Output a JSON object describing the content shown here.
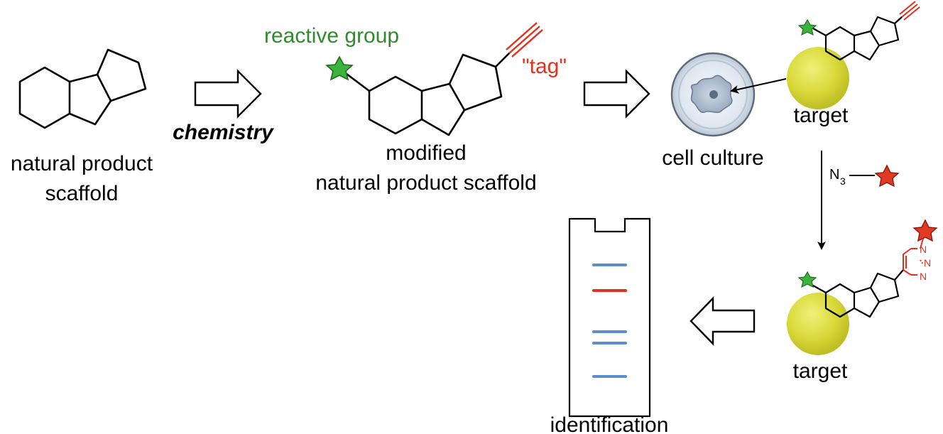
{
  "labels": {
    "natural_product_line1": "natural product",
    "natural_product_line2": "scaffold",
    "chemistry": "chemistry",
    "reactive_group": "reactive group",
    "tag": "\"tag\"",
    "modified_line1": "modified",
    "modified_line2": "natural product scaffold",
    "cell_culture": "cell culture",
    "target_top": "target",
    "target_bottom": "target",
    "identification": "identification",
    "azide_n": "N",
    "azide_sub": "3",
    "triazole_n1": "N",
    "triazole_n2": "N",
    "triazole_n3": "N"
  },
  "colors": {
    "reactive_group_text": "#2e8b2e",
    "tag_text": "#e0321e",
    "green_star": "#3cb33c",
    "red_star": "#e03a24",
    "target_sphere": "#d9d93a",
    "gel_band_blue": "#5a8fc8",
    "gel_band_red": "#e0321e"
  },
  "gel_bands": [
    {
      "color": "blue"
    },
    {
      "color": "red"
    },
    {
      "color": "blue"
    },
    {
      "color": "blue"
    },
    {
      "color": "blue"
    }
  ]
}
